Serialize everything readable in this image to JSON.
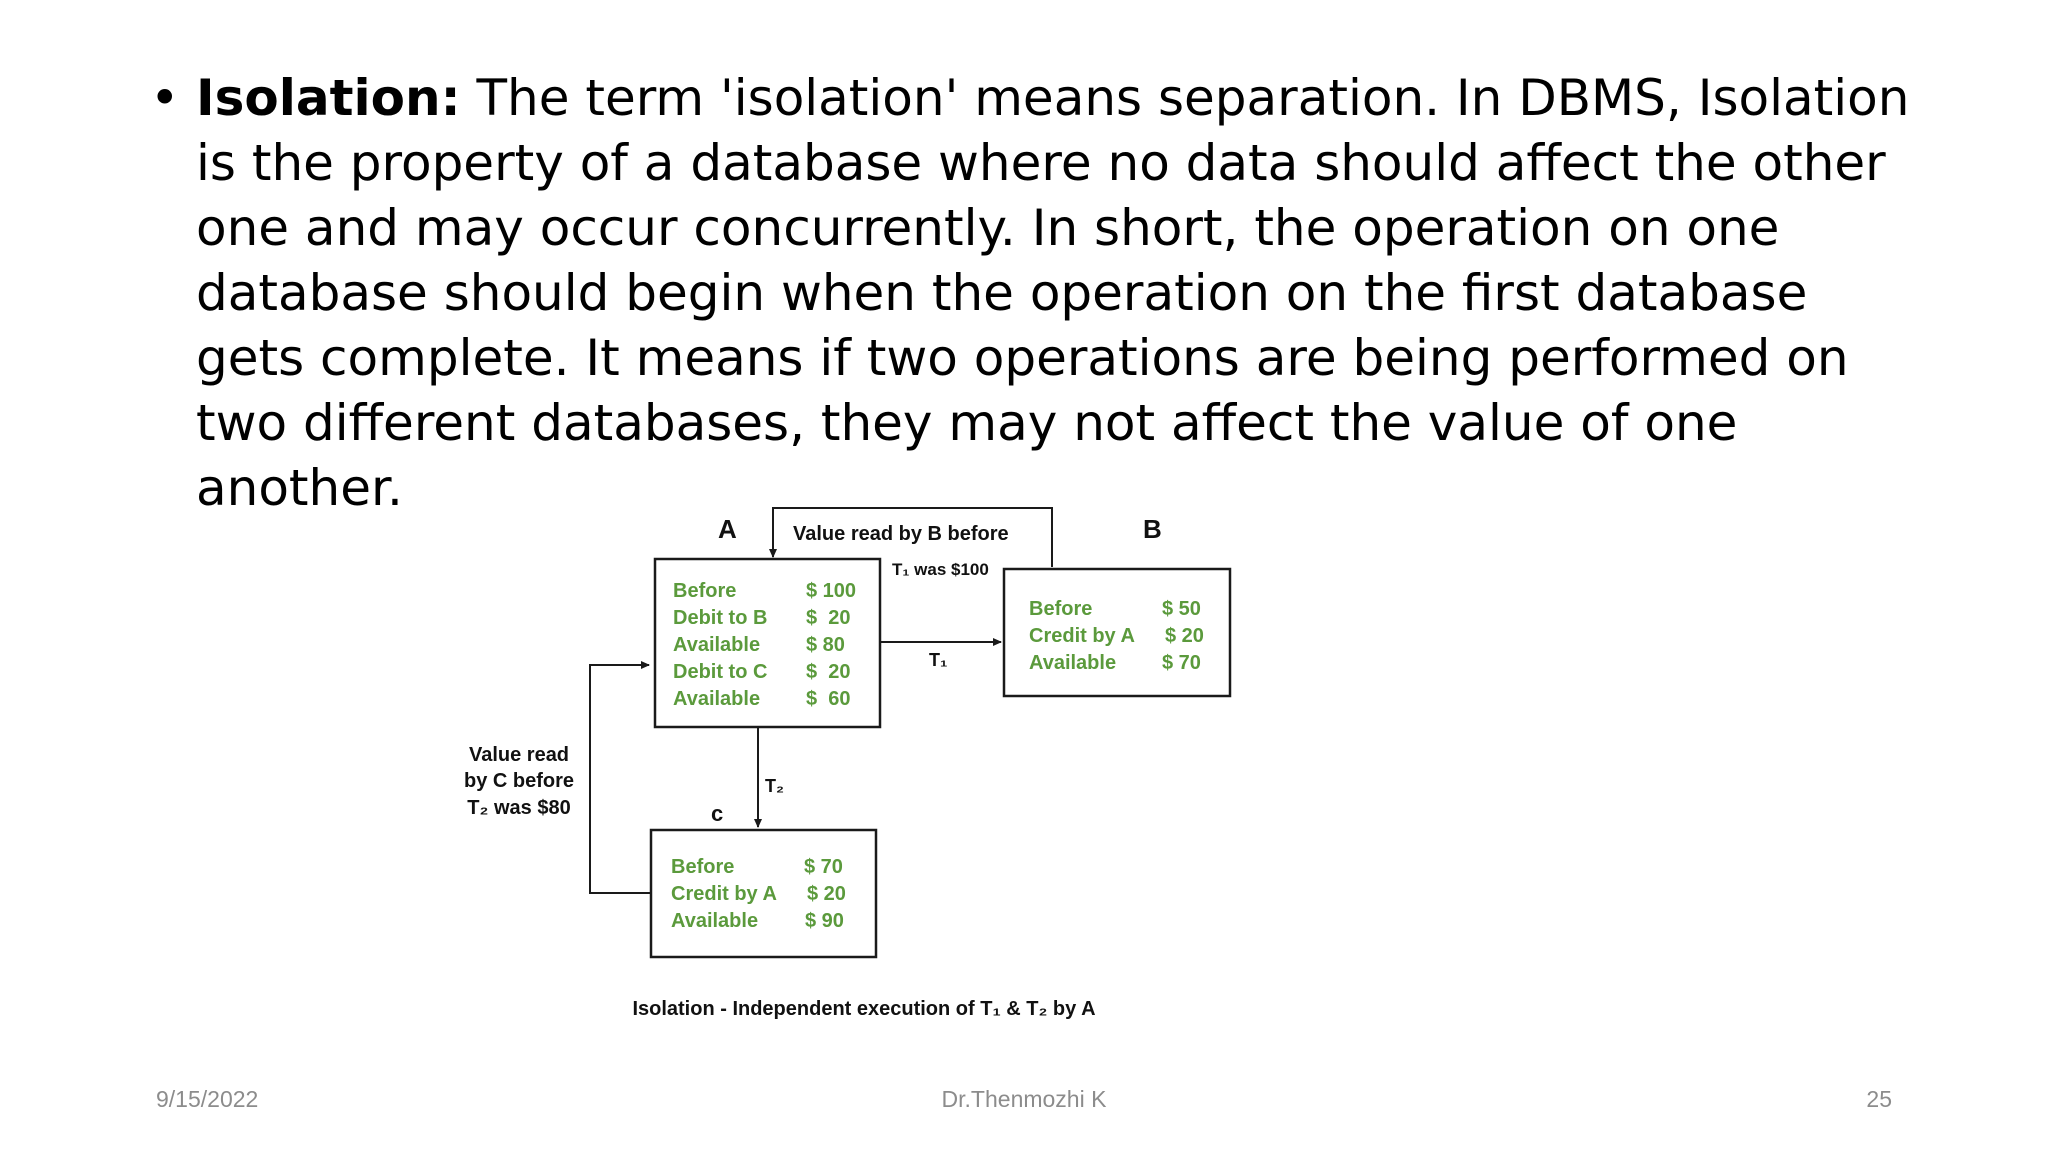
{
  "slide": {
    "bullet": "•",
    "term": "Isolation:",
    "body": " The term 'isolation' means separation. In DBMS, Isolation is the property of a database where no data should affect the other one and may occur concurrently. In short, the operation on one database should begin when the operation on the first database gets complete. It means if two operations are being performed on two different databases, they may not affect the value of one another."
  },
  "diagram": {
    "node_a": {
      "label": "A",
      "rows": [
        {
          "label": "Before",
          "value": "$ 100"
        },
        {
          "label": "Debit to B",
          "value": "$  20"
        },
        {
          "label": "Available",
          "value": "$ 80"
        },
        {
          "label": "Debit to C",
          "value": "$  20"
        },
        {
          "label": "Available",
          "value": "$  60"
        }
      ]
    },
    "node_b": {
      "label": "B",
      "rows": [
        {
          "label": "Before",
          "value": "$ 50"
        },
        {
          "label": "Credit by A",
          "value": "$ 20"
        },
        {
          "label": "Available",
          "value": "$ 70"
        }
      ]
    },
    "node_c": {
      "label": "c",
      "rows": [
        {
          "label": "Before",
          "value": "$ 70"
        },
        {
          "label": "Credit by A",
          "value": "$ 20"
        },
        {
          "label": "Available",
          "value": "$ 90"
        }
      ]
    },
    "note_top_line1": "Value read by B before",
    "note_top_line2": "T₁ was $100",
    "note_left_line1": "Value read",
    "note_left_line2": "by C before",
    "note_left_line3": "T₂ was $80",
    "edge_t1": "T₁",
    "edge_t2": "T₂",
    "caption": "Isolation - Independent execution of T₁ & T₂ by A",
    "colors": {
      "value_text": "#5b9a3c",
      "stroke": "#1a1a1a"
    }
  },
  "footer": {
    "date": "9/15/2022",
    "author": "Dr.Thenmozhi K",
    "page": "25"
  }
}
